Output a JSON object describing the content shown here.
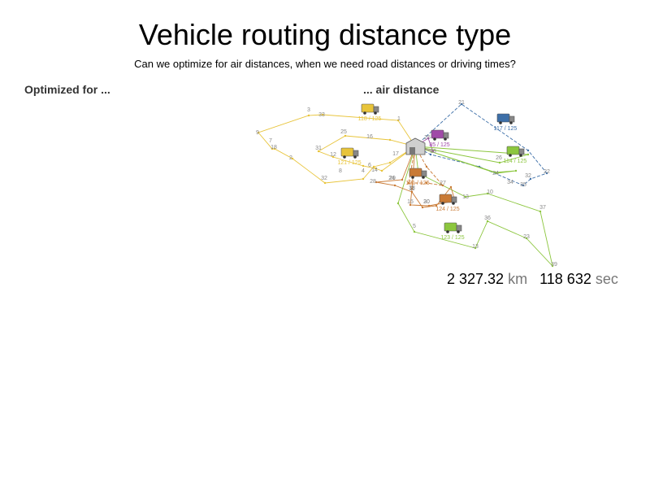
{
  "title": "Vehicle routing distance type",
  "subtitle": "Can we optimize for air distances, when we need road distances or driving times?",
  "left_heading": "Optimized for ...",
  "right_heading": "... air distance",
  "colors": {
    "yellow": "#e8c43a",
    "purple": "#a04aa8",
    "blue": "#3d6fa8",
    "green": "#8cc63e",
    "orange": "#c97a35",
    "depot": "#9a9a9a"
  },
  "vehicles": [
    {
      "color": "yellow",
      "load": "118 / 125"
    },
    {
      "color": "yellow",
      "load": "121 / 125"
    },
    {
      "color": "purple",
      "load": "85 / 125"
    },
    {
      "color": "blue",
      "load": "117 / 125"
    },
    {
      "color": "green",
      "load": "114 / 125"
    },
    {
      "color": "orange",
      "load": "121 / 125"
    },
    {
      "color": "orange",
      "load": "124 / 125"
    },
    {
      "color": "green",
      "load": "123 / 125"
    }
  ],
  "stop_labels": [
    "3",
    "33",
    "1",
    "9",
    "7",
    "18",
    "2",
    "25",
    "16",
    "31",
    "12",
    "6",
    "4",
    "14",
    "8",
    "32",
    "17",
    "28",
    "29",
    "11",
    "25",
    "24",
    "38",
    "30",
    "15",
    "20",
    "13",
    "27",
    "22",
    "21",
    "26",
    "32",
    "24",
    "34",
    "35",
    "10",
    "37",
    "36",
    "5",
    "19",
    "39",
    "23",
    "13"
  ],
  "totals": {
    "distance_value": "2 327.32",
    "distance_unit": "km",
    "time_value": "118 632",
    "time_unit": "sec"
  }
}
